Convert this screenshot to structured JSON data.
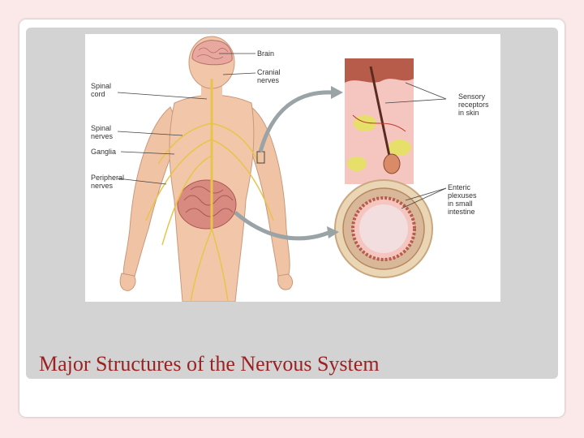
{
  "slide": {
    "title": "Major Structures of the Nervous System"
  },
  "figure": {
    "labels": {
      "brain": "Brain",
      "cranial_1": "Cranial",
      "cranial_2": "nerves",
      "spinal_cord_1": "Spinal",
      "spinal_cord_2": "cord",
      "spinal_nerves_1": "Spinal",
      "spinal_nerves_2": "nerves",
      "ganglia": "Ganglia",
      "peripheral_1": "Peripheral",
      "peripheral_2": "nerves",
      "sensory_1": "Sensory",
      "sensory_2": "receptors",
      "sensory_3": "in skin",
      "enteric_1": "Enteric",
      "enteric_2": "plexuses",
      "enteric_3": "in small",
      "enteric_4": "intestine"
    }
  },
  "colors": {
    "title": "#9c2121",
    "nerve": "#e8c44a",
    "skin": "#f2c7a9",
    "intestine": "#d98a80"
  }
}
